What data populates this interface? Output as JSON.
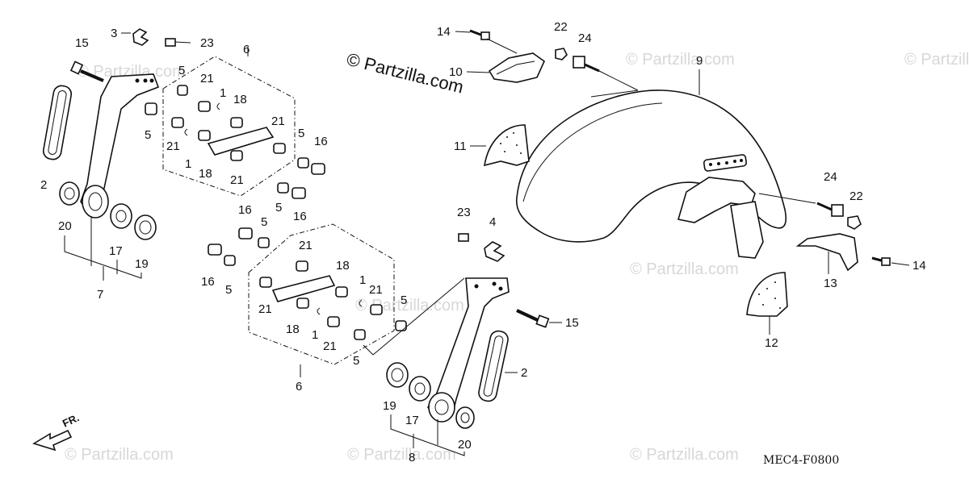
{
  "watermark": "© Partzilla.com",
  "ghost_watermarks": [
    "© Partzilla.com",
    "© Partzilla.com",
    "© Partzilla.com",
    "© Partzilla.com",
    "© Partzilla.com",
    "© Partzilla.com",
    "© Partzilla.com",
    "© Partzilla.com"
  ],
  "diagram_code": "MEC4-F0800",
  "direction_label": "FR.",
  "callouts": {
    "c3": "3",
    "c15a": "15",
    "c23a": "23",
    "c6a": "6",
    "c5a": "5",
    "c21a": "21",
    "c1a": "1",
    "c18a": "18",
    "c21b": "21",
    "c5b": "5",
    "c16a": "16",
    "c2a": "2",
    "c21c": "21",
    "c1b": "1",
    "c18b": "18",
    "c21d": "21",
    "c20a": "20",
    "c17a": "17",
    "c19a": "19",
    "c7": "7",
    "c5c": "5",
    "c16b": "16",
    "c16c": "16",
    "c5d": "5",
    "c16d": "16",
    "c5e": "5",
    "c21e": "21",
    "c18c": "18",
    "c1c": "1",
    "c21f": "21",
    "c21g": "21",
    "c18d": "18",
    "c1d": "1",
    "c21h": "21",
    "c5f": "5",
    "c6b": "6",
    "c5g": "5",
    "c14a": "14",
    "c10": "10",
    "c22a": "22",
    "c24a": "24",
    "c9": "9",
    "c11": "11",
    "c23b": "23",
    "c4": "4",
    "c24b": "24",
    "c22b": "22",
    "c14b": "14",
    "c13": "13",
    "c15b": "15",
    "c2b": "2",
    "c12": "12",
    "c19b": "19",
    "c17b": "17",
    "c20b": "20",
    "c8": "8"
  }
}
